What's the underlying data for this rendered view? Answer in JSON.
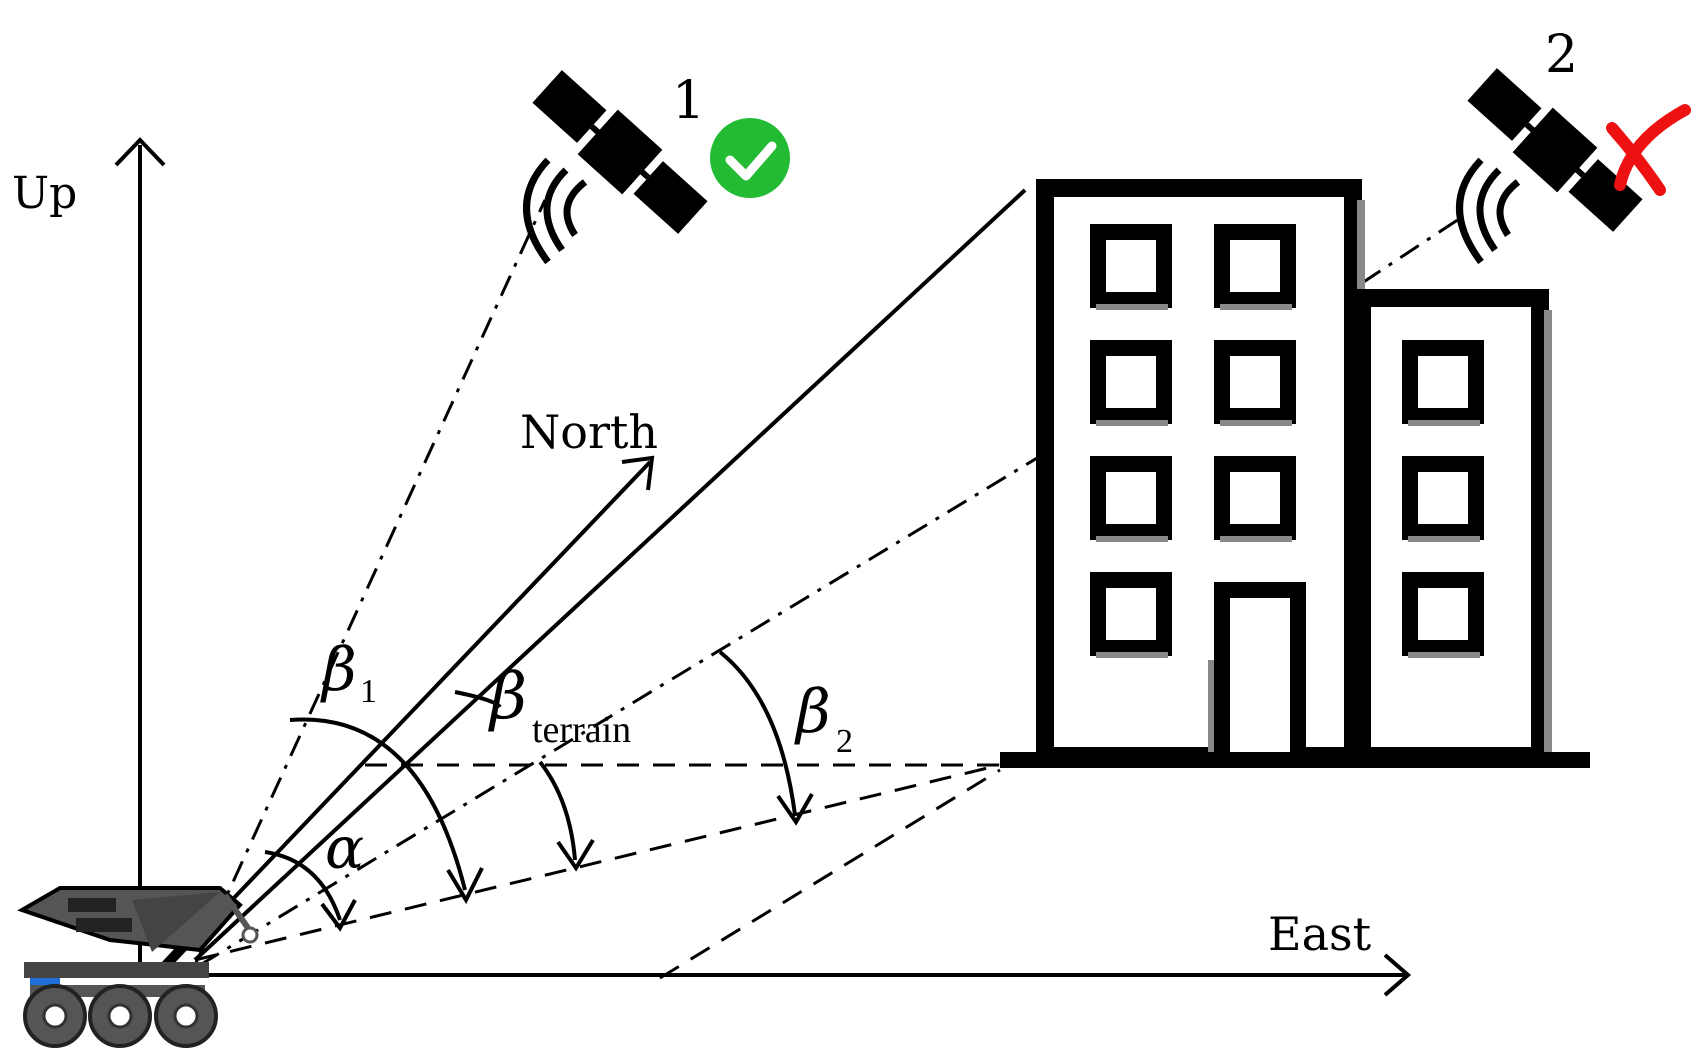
{
  "axes": {
    "up": "Up",
    "north": "North",
    "east": "East"
  },
  "satellites": [
    {
      "label": "1",
      "status": "visible",
      "status_icon": "check-circle-icon",
      "status_color": "#22bb33"
    },
    {
      "label": "2",
      "status": "blocked",
      "status_icon": "cross-icon",
      "status_color": "#ee1111"
    }
  ],
  "angles": {
    "beta1": {
      "symbol": "β",
      "sub": "1"
    },
    "beta_terrain": {
      "symbol": "β",
      "sub": "terrain"
    },
    "beta2": {
      "symbol": "β",
      "sub": "2"
    },
    "alpha": {
      "symbol": "α"
    }
  },
  "colors": {
    "line": "#000000",
    "rover_body": "#555555",
    "rover_accent": "#1e6fd9"
  }
}
